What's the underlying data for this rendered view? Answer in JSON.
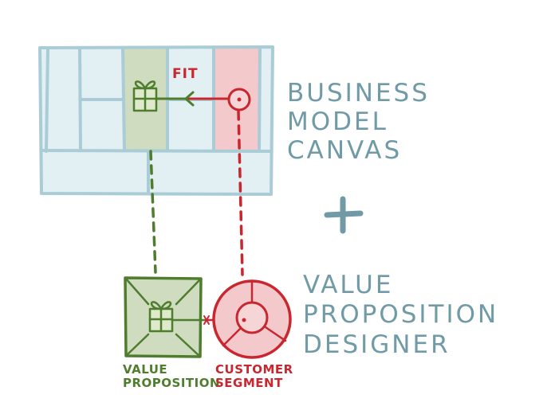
{
  "canvas_title": [
    "BUSINESS",
    "MODEL",
    "CANVAS"
  ],
  "plus_symbol": "+",
  "designer_title": [
    "VALUE",
    "PROPOSITION",
    "DESIGNER"
  ],
  "fit_label": "FIT",
  "value_proposition_label": [
    "VALUE",
    "PROPOSITION"
  ],
  "customer_segment_label": [
    "CUSTOMER",
    "SEGMENT"
  ],
  "icons": [
    "gift-icon",
    "customer-circle-icon",
    "arrow-icon"
  ],
  "colors": {
    "canvas_blue": "#a9ccd6",
    "canvas_fill": "#e2eff3",
    "value_green": "#4f7d2e",
    "value_fill": "#cfdcbf",
    "customer_red": "#c8272f",
    "customer_fill": "#f4c9cb",
    "title_blue": "#6f9aa6"
  }
}
